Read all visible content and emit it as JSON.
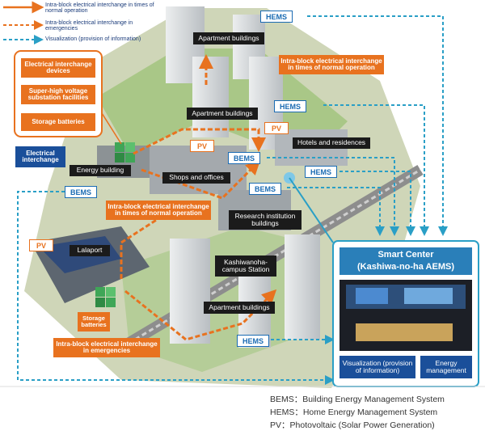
{
  "legend": {
    "normal": "Intra-block electrical interchange in times of normal operation",
    "emergency": "Intra-block electrical interchange in emergencies",
    "visualization": "Visualization (provision of information)"
  },
  "callout": {
    "items": [
      "Electrical interchange devices",
      "Super-high voltage substation facilities",
      "Storage batteries"
    ]
  },
  "labels": {
    "electrical_interchange": "Electrical interchange",
    "apartment_top": "Apartment buildings",
    "apartment_mid": "Apartment buildings",
    "apartment_bottom": "Apartment buildings",
    "energy_building": "Energy building",
    "shops_offices": "Shops and offices",
    "hotels": "Hotels and residences",
    "research": "Research institution buildings",
    "lalaport": "Lalaport",
    "station": "Kashiwanoha-campus Station",
    "storage_batteries": "Storage batteries",
    "normal_top": "Intra-block electrical interchange in times of normal operation",
    "normal_mid": "Intra-block electrical interchange in times of normal operation",
    "emergency": "Intra-block electrical interchange in emergencies"
  },
  "tags": {
    "hems1": "HEMS",
    "hems2": "HEMS",
    "hems3": "HEMS",
    "hems4": "HEMS",
    "bems1": "BEMS",
    "bems2": "BEMS",
    "bems3": "BEMS",
    "pv1": "PV",
    "pv2": "PV",
    "pv3": "PV"
  },
  "smart_center": {
    "title": "Smart Center",
    "subtitle": "(Kashiwa-no-ha AEMS)",
    "visualization": "Visualization (provision of information)",
    "energy": "Energy management"
  },
  "footer": {
    "bems": "BEMS：Building Energy Management System",
    "hems": "HEMS：Home Energy Management System",
    "pv": "PV：Photovoltaic (Solar Power Generation)"
  },
  "colors": {
    "normal": "#e8721f",
    "emergency": "#e8721f",
    "visualization": "#2a9fc6",
    "tag_blue": "#1a6bb3"
  }
}
